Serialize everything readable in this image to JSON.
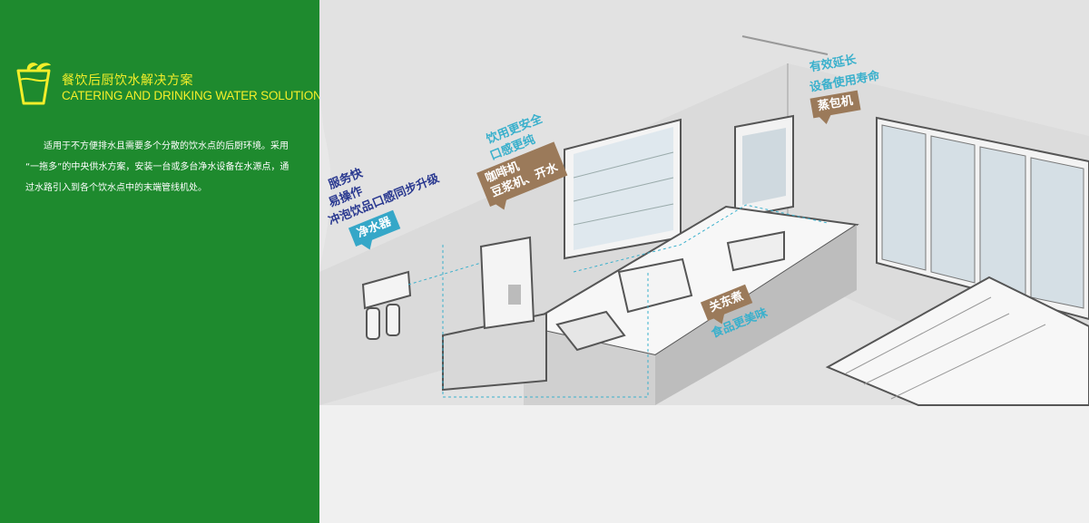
{
  "panel": {
    "background": "#1e8a2e",
    "accent": "#f2ee2a",
    "logo_icon": "cup-with-leaf-icon",
    "title_cn": "餐饮后厨饮水解决方案",
    "title_en": "CATERING AND DRINKING WATER SOLUTIONS",
    "desc_lines": [
      "适用于不方便排水且需要多个分散的饮水点的后厨环境。采用",
      "“一拖多”的中央供水方案，安装一台或多台净水设备在水源点，通",
      "过水路引入到各个饮水点中的末端管线机处。"
    ]
  },
  "diagram": {
    "labels": {
      "service_1": "服务快",
      "service_2": "易操作",
      "service_3": "冲泡饮品口感同步升级",
      "purifier_tag": "净水器",
      "drink_1": "饮用更安全",
      "drink_2": "口感更纯",
      "coffee_tag_1": "咖啡机",
      "coffee_tag_2": "豆浆机、开水",
      "oden_tag": "关东煮",
      "oden_caption": "食品更美味",
      "life_1": "有效延长",
      "life_2": "设备使用寿命",
      "steamer_tag": "蒸包机"
    },
    "colors": {
      "navy_text": "#2a3990",
      "teal_text": "#3ab0cc",
      "brown_tag": "#9b7a5a",
      "teal_tag": "#35a7c8"
    }
  }
}
